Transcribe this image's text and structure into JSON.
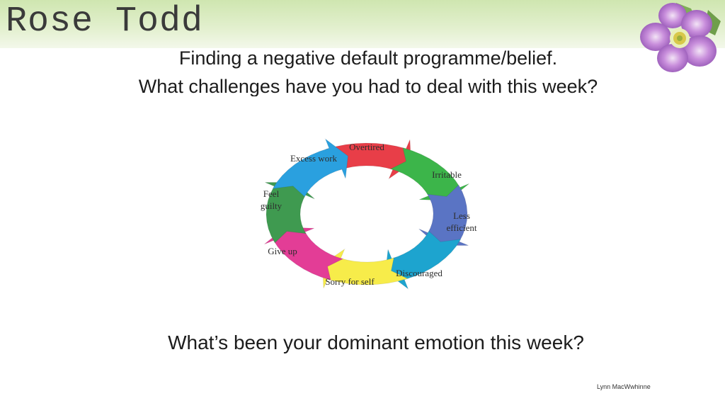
{
  "slide": {
    "brand": "Rose Todd",
    "heading_line1": "Finding a negative default programme/belief.",
    "heading_line2": "What challenges have you had to deal with this week?",
    "question": "What’s been your dominant emotion this week?",
    "footer": "Lynn MacWwhinne"
  },
  "cycle": {
    "stages": [
      {
        "label": "Overtired",
        "color": "#e83e48"
      },
      {
        "label": "Irritable",
        "color": "#3cb54a"
      },
      {
        "label": "Less efficient",
        "color": "#5a74c4"
      },
      {
        "label": "Discouraged",
        "color": "#1da4cf"
      },
      {
        "label": "Sorry for self",
        "color": "#f7ec4a"
      },
      {
        "label": "Give up",
        "color": "#e33d96"
      },
      {
        "label": "Feel guilty",
        "color": "#3f9a50"
      },
      {
        "label": "Excess work",
        "color": "#2aa0df"
      }
    ]
  },
  "icons": {
    "flower": "rose-flower-icon"
  },
  "colors": {
    "header_band": "#d6eabb",
    "flower_petal": "#b67bd3"
  }
}
